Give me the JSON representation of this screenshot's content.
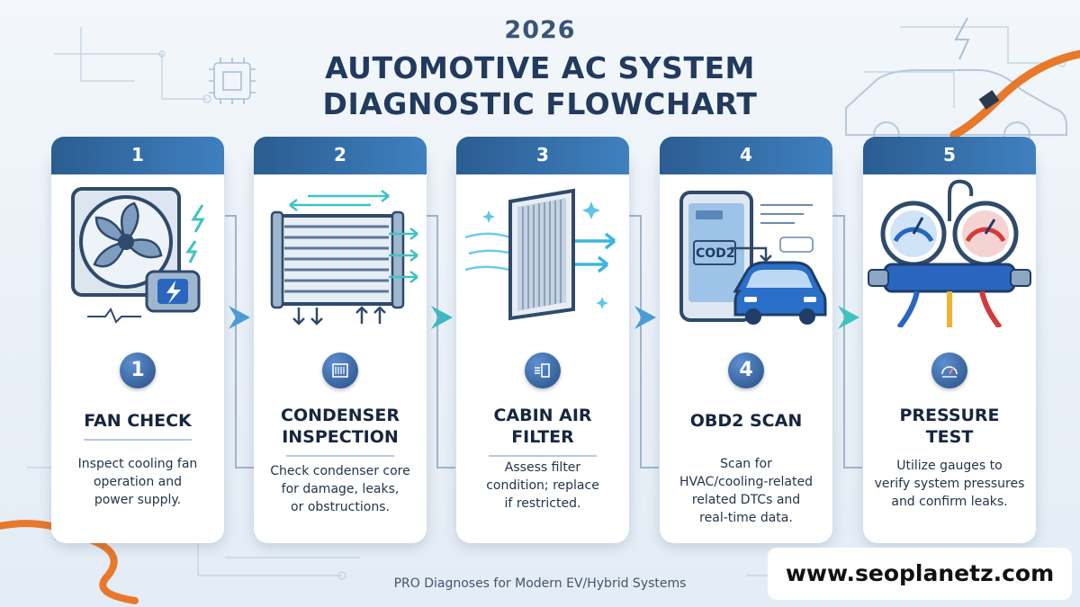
{
  "header": {
    "year": "2026",
    "title_line1": "AUTOMOTIVE AC SYSTEM",
    "title_line2": "DIAGNOSTIC FLOWCHART"
  },
  "steps": [
    {
      "number": "1",
      "title_line1": "FAN CHECK",
      "title_line2": "",
      "desc_lines": [
        "Inspect cooling fan",
        "operation and",
        "power supply."
      ],
      "icon": "fan-icon"
    },
    {
      "number": "2",
      "title_line1": "CONDENSER",
      "title_line2": "INSPECTION",
      "desc_lines": [
        "Check condenser core",
        "for damage, leaks,",
        "or obstructions."
      ],
      "icon": "condenser-icon"
    },
    {
      "number": "3",
      "title_line1": "CABIN AIR",
      "title_line2": "FILTER",
      "desc_lines": [
        "Assess filter",
        "condition; replace",
        "if restricted."
      ],
      "icon": "cabin-filter-icon"
    },
    {
      "number": "4",
      "title_line1": "OBD2 SCAN",
      "title_line2": "",
      "desc_lines": [
        "Scan for",
        "HVAC/cooling-related",
        "related DTCs and",
        "real-time data."
      ],
      "icon": "obd2-scanner-icon",
      "screen_label": "COD2"
    },
    {
      "number": "5",
      "title_line1": "PRESSURE",
      "title_line2": "TEST",
      "desc_lines": [
        "Utilize gauges to",
        "verify system pressures",
        "and confirm leaks."
      ],
      "icon": "pressure-gauge-icon"
    }
  ],
  "footer": {
    "tagline": "PRO Diagnoses for Modern EV/Hybrid Systems",
    "website": "www.seoplanetz.com"
  },
  "colors": {
    "tab_blue": "#2b5d91",
    "accent_teal": "#3fc3c0",
    "accent_orange": "#e8782a",
    "title_navy": "#213a5e"
  }
}
